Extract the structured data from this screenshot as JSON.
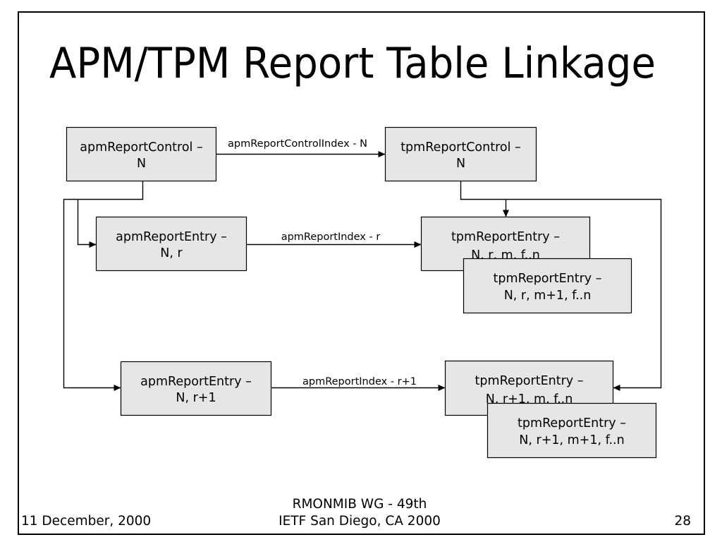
{
  "title": "APM/TPM Report Table Linkage",
  "colors": {
    "background": "#ffffff",
    "frame": "#000000",
    "box_fill": "#e6e6e6",
    "box_stroke": "#000000",
    "connector": "#000000",
    "text": "#000000"
  },
  "diagram": {
    "nodes": {
      "apm_report_control": {
        "line1": "apmReportControl –",
        "line2": "N"
      },
      "tpm_report_control": {
        "line1": "tpmReportControl –",
        "line2": "N"
      },
      "apm_report_entry_r": {
        "line1": "apmReportEntry –",
        "line2": "N, r"
      },
      "tpm_report_entry_r_m": {
        "line1": "tpmReportEntry –",
        "line2": "N, r, m, f..n"
      },
      "tpm_report_entry_r_m1": {
        "line1": "tpmReportEntry –",
        "line2": "N, r, m+1, f..n"
      },
      "apm_report_entry_r1": {
        "line1": "apmReportEntry –",
        "line2": "N, r+1"
      },
      "tpm_report_entry_r1_m": {
        "line1": "tpmReportEntry –",
        "line2": "N, r+1, m, f..n"
      },
      "tpm_report_entry_r1_m1": {
        "line1": "tpmReportEntry –",
        "line2": "N, r+1, m+1, f..n"
      }
    },
    "edge_labels": {
      "control_link": "apmReportControlIndex - N",
      "entry_r_link": "apmReportIndex - r",
      "entry_r1_link": "apmReportIndex - r+1"
    }
  },
  "footer": {
    "date": "11 December, 2000",
    "event_line1": "RMONMIB WG - 49th",
    "event_line2": "IETF San Diego, CA 2000",
    "page_number": "28"
  }
}
